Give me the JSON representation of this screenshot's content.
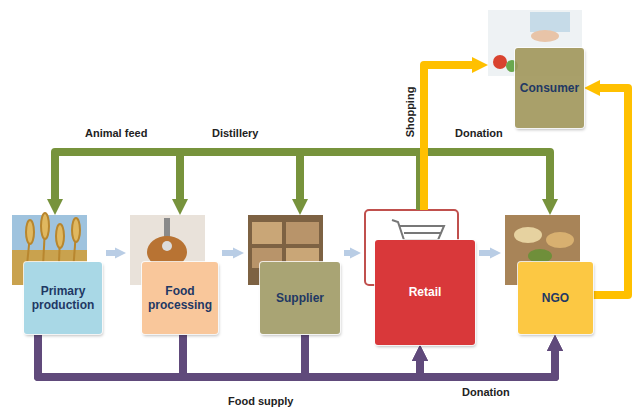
{
  "diagram": {
    "nodes": [
      {
        "text": [
          "Primary production"
        ]
      },
      {
        "text": [
          "Food processing"
        ]
      },
      {
        "text": [
          "Supplier"
        ]
      },
      {
        "text": [
          "Retail"
        ]
      },
      {
        "text": [
          "NGO"
        ]
      },
      {
        "text": [
          "Consumer"
        ]
      }
    ],
    "edges": [
      {
        "from": 0,
        "to": 1,
        "arrow": "to"
      },
      {
        "from": 1,
        "to": 2,
        "arrow": "to"
      },
      {
        "from": 2,
        "to": 3,
        "arrow": "to"
      },
      {
        "from": 3,
        "to": 4,
        "arrow": "to"
      },
      {
        "from": 3,
        "to": 0,
        "label": "Animal feed",
        "arrow": "to"
      },
      {
        "from": 3,
        "to": 1,
        "label": "Distillery",
        "arrow": "to"
      },
      {
        "from": 3,
        "to": 2,
        "arrow": "to"
      },
      {
        "from": 3,
        "to": 4,
        "label": "Donation",
        "arrow": "to"
      },
      {
        "from": 3,
        "to": 5,
        "label": "Shopping",
        "arrow": "to"
      },
      {
        "from": 4,
        "to": 5,
        "arrow": "to"
      },
      {
        "from": 0,
        "to": 3,
        "label": "Food supply",
        "arrow": "to"
      },
      {
        "from": 1,
        "to": 3,
        "arrow": "to"
      },
      {
        "from": 2,
        "to": 3,
        "arrow": "to"
      },
      {
        "from": 0,
        "to": 4,
        "label": "Donation",
        "arrow": "to"
      },
      {
        "from": 1,
        "to": 4,
        "arrow": "to"
      },
      {
        "from": 2,
        "to": 4,
        "arrow": "to"
      }
    ]
  }
}
